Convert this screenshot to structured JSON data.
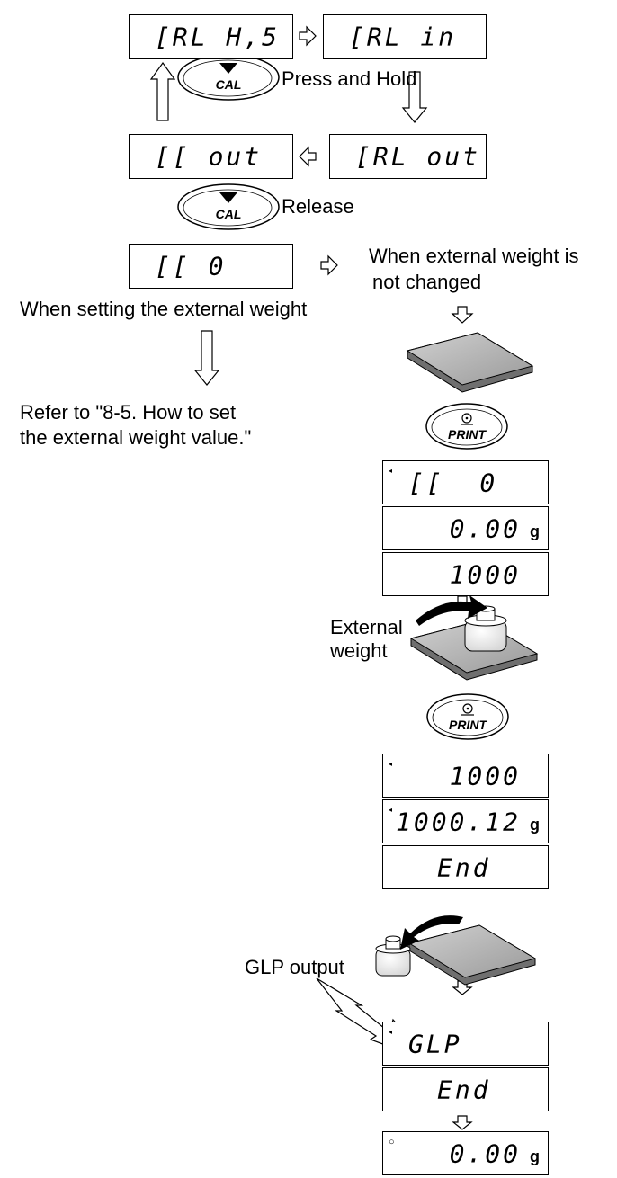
{
  "displays": {
    "cal_his": "[RL H,5",
    "cal_in": "[RL in",
    "cc_out": "[[ out",
    "cal_out": "[RL out",
    "cc_0": "[[ 0",
    "cc_0_step": "[[  0",
    "zero_read": "0.00",
    "val_1000": "1000",
    "val_1000_step": "1000",
    "val_100012": "1000.12",
    "end_1": "End",
    "glp": "GLP",
    "end_2": "End",
    "zero_final": "0.00"
  },
  "units": {
    "gram": "g"
  },
  "marks": {
    "stable": "◂",
    "zero": "○"
  },
  "keys": {
    "cal": "CAL",
    "print": "PRINT"
  },
  "labels": {
    "press_hold": "Press and Hold",
    "release": "Release",
    "no_change_line1": "When external weight is",
    "no_change_line2": "not changed",
    "setting_external": "When setting the external weight",
    "refer_line1": "Refer to \"8-5. How to set",
    "refer_line2": "the external weight value.\"",
    "external_line1": "External",
    "external_line2": "weight",
    "glp_output": "GLP output"
  }
}
